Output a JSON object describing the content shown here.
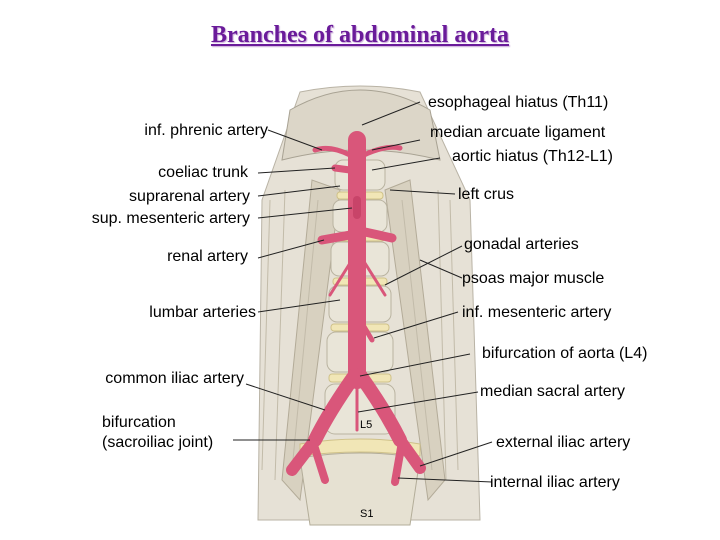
{
  "title": "Branches of abdominal aorta",
  "left_labels": {
    "inf_phrenic": "inf. phrenic artery",
    "coeliac": "coeliac trunk",
    "suprarenal": "suprarenal artery",
    "sup_mesenteric": "sup. mesenteric artery",
    "renal": "renal artery",
    "lumbar": "lumbar arteries",
    "common_iliac": "common iliac artery",
    "bifurcation_line1": "bifurcation",
    "bifurcation_line2": "(sacroiliac joint)"
  },
  "right_labels": {
    "esophageal": "esophageal hiatus (Th11)",
    "median_arcuate": "median arcuate ligament",
    "aortic_hiatus": "aortic hiatus (Th12-L1)",
    "left_crus": "left crus",
    "gonadal": "gonadal arteries",
    "psoas": "psoas major muscle",
    "inf_mesenteric": "inf. mesenteric artery",
    "bifurcation_aorta": "bifurcation of aorta (L4)",
    "median_sacral": "median sacral artery",
    "external_iliac": "external iliac artery",
    "internal_iliac": "internal iliac artery"
  },
  "vertebra_labels": {
    "l5": "L5",
    "s1": "S1"
  },
  "colors": {
    "title": "#6a1b9a",
    "artery": "#d9567a",
    "muscle": "#e3ded3",
    "bone": "#d9d4c3"
  }
}
